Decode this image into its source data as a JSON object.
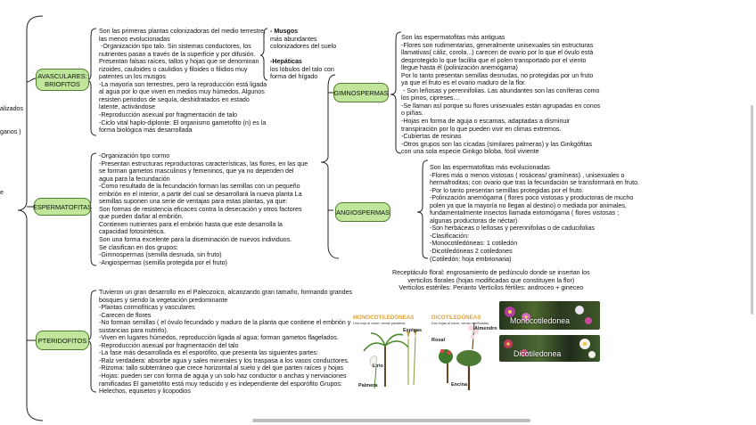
{
  "left_edge": {
    "line1": "alizados",
    "line2": "ganos )",
    "line3": "e"
  },
  "nodes": {
    "avasculares": "AVASCULARES:\nBRIOFITOS",
    "espermatofitas": "ESPERMATOFITAS",
    "pteridofitos": "PTERIDOFITOS",
    "gimnospermas": "GIMNOSPERMAS",
    "angiospermas": "ANGIOSPERMAS"
  },
  "texts": {
    "briofitos": [
      "Son las primeras plantas colonizadoras del medio terrestre,",
      "las menos evolucionadas",
      " -Organización tipo talo. Sin sistemas conductores, los",
      "nutrientes pasan a través de la superficie y por difusión.",
      "Presentan falsas raíces, tallos y hojas que se denominan",
      "rizoides, cauloides o caulidios y filoides o filidios muy",
      "patentes un los musgos",
      "-La mayoría son terrestres, pero la reproducción está ligada",
      "al agua por lo que viven en medios muy húmedos. Algunos",
      "resisten periodos de sequía, deshidratados en estado",
      "latente, activándose",
      "-Reproducción asexual por fragmentación de talo",
      "-Ciclo vital haplo-diplonte: El organismo gametofito (n) es la",
      "forma biológica más desarrollada"
    ],
    "musgos": [
      "- Musgos",
      "más abundantes",
      "colonizadores del suelo",
      "",
      "-Hepáticas",
      "los lóbulos del talo con",
      "forma del hígado"
    ],
    "espermatofitas": [
      "-Organización tipo cormo",
      "-Presentan estructuras reproductoras características, las flores, en las que",
      "se forman gametos masculinos y femeninos, que ya no dependen del",
      "agua para la fecundación",
      "-Como resultado de la fecundación forman las semillas con un pequeño",
      "embrión en el interior, a partir del cual se desarrollará la nueva planta La",
      "semillas suponen una serie de ventajas para estas plantas, ya que:",
      "Son formas de resistencia eficaces contra la desecación y otros factores",
      "que pueden dañar al embrión.",
      "Contienen nutrientes para el embrión hasta que este desarrolla la",
      "capacidad fotosintética.",
      "Son una forma excelente para la diseminación de nuevos individuos.",
      "Se clasifican en dos grupos:",
      "-Gimnospermas (semilla desnuda, sin fruto)",
      "-Angiospermas (semilla protegida por el fruto)"
    ],
    "pteridofitos": [
      "Tuvieron un gran desarrollo en el Paleozoico, alcanzando gran tamaño, formando grandes",
      "bosques y siendo la vegetación predominante",
      "-Plantas cormofíticas y vasculares",
      "-Carecen de flores",
      "-No forman semillas ( el óvulo fecundado y maduro de la planta que contiene el embrión y",
      "sustancias para nutrirlo).",
      "-Viven en lugares húmedos, reproducción ligada al agua; forman gametos flagelados.",
      "-Reproducción asexual por fragmentación del talo",
      "-La fase más desarrollada es el esporófito, que presenta las siguientes partes:",
      "-Raíz verdadera: absorbe agua y sales minerales y los traspasa a los vasos conductores.",
      "-Rizoma: tallo subterráneo que crece horizontal al suelo y del que parten raíces y hojas",
      "-Hojas: pueden ser con forma de aguja y un solo haz conductor o anchas y nerviaciones",
      "ramificadas El gametófito está muy reducido y es independiente del esporófito Grupos:",
      "Helechos, equisetos y licopodios"
    ],
    "gimnospermas": [
      "Son las espermatofitas más antiguas",
      "-Flores son rudimentarias, generalmente unisexuales sin estructuras",
      "llamativas( cáliz, corola...) carecen de ovario por lo que el óvulo está",
      "desprotegido lo que facilita que el polen transportado por el viento",
      "llegue hasta él (polinización anemógama)",
      "Por lo tanto presentan semillas desnudas, no protegidas por un fruto",
      "ya que el fruto es el ovario maduro de la flor.",
      " - Son leñosas y perennifolias. Las abundantes son las coníferas como",
      "los pinos, cipreses…",
      "-Se llaman así porque su flores unisexuales están agrupadas en conos",
      "o piñas.",
      "-Hojas en forma de aguja o escamas, adaptadas a disminuir",
      "transpiración por lo que pueden vivir en climas extremos.",
      "-Cubiertas de resinas",
      "-Otros grupos son las cícadas (similares palmeras) y las Ginkgófitas",
      "con una sola especie Ginkgo biloba, fósil viviente"
    ],
    "angiospermas": [
      "Son las espermatofitas más evolucionadas",
      "-Flores más o menos vistosas ( rosáceas/ gramíneas) , unisexuales o",
      "hermafroditas; con ovario que tras la fecundación se transformará en fruto.",
      "-Por lo tanto presentan semillas protegidas por el fruto.",
      "-Polinización anemógama ( flores poco vistosas y productoras de mucho",
      "polen ya que la mayoría no llegan al destino) o mediada por animales,",
      "fundamentalmente insectos llamada entomógama ( flores vistosas ;",
      "algunas productoras de néctar)",
      "-Son herbáceas o leñosas y perennifolias o de caducifolias",
      "-Clasificación:",
      "-Monocotiledóneas: 1 cotiledón",
      "-Dicotiledóneas 2 cotiledones",
      "(Cotiledón: hoja embrionaria)"
    ],
    "receptaculo": [
      "Receptáculo floral: engrosamiento de pedúnculo donde se insertan los",
      "verticilos florales (hojas modificadas que constituyen la flor)",
      "Verticilos estériles: Perianto Verticilos fértiles: androceo + gineceo"
    ]
  },
  "image_labels": {
    "mono_title": "MONOCOTILEDÓNEAS",
    "mono_sub": "Una hoja al nacer, venas paralelas",
    "dico_title": "DICOTILEDÓNEAS",
    "dico_sub": "Dos hojas al nacer, venas ramificadas",
    "espigas": "Espigas",
    "lirio": "Lirio",
    "palmera": "Palmera",
    "rosal": "Rosal",
    "almendro": "Almendro",
    "encina": "Encina",
    "photo_mono": "Monocotiledonea",
    "photo_dico": "Dicotiledonea"
  },
  "colors": {
    "node_fill": "#bfe69a",
    "node_border": "#4f7d2c",
    "mono_title": "#e1a33a",
    "dico_title": "#e1a33a"
  }
}
